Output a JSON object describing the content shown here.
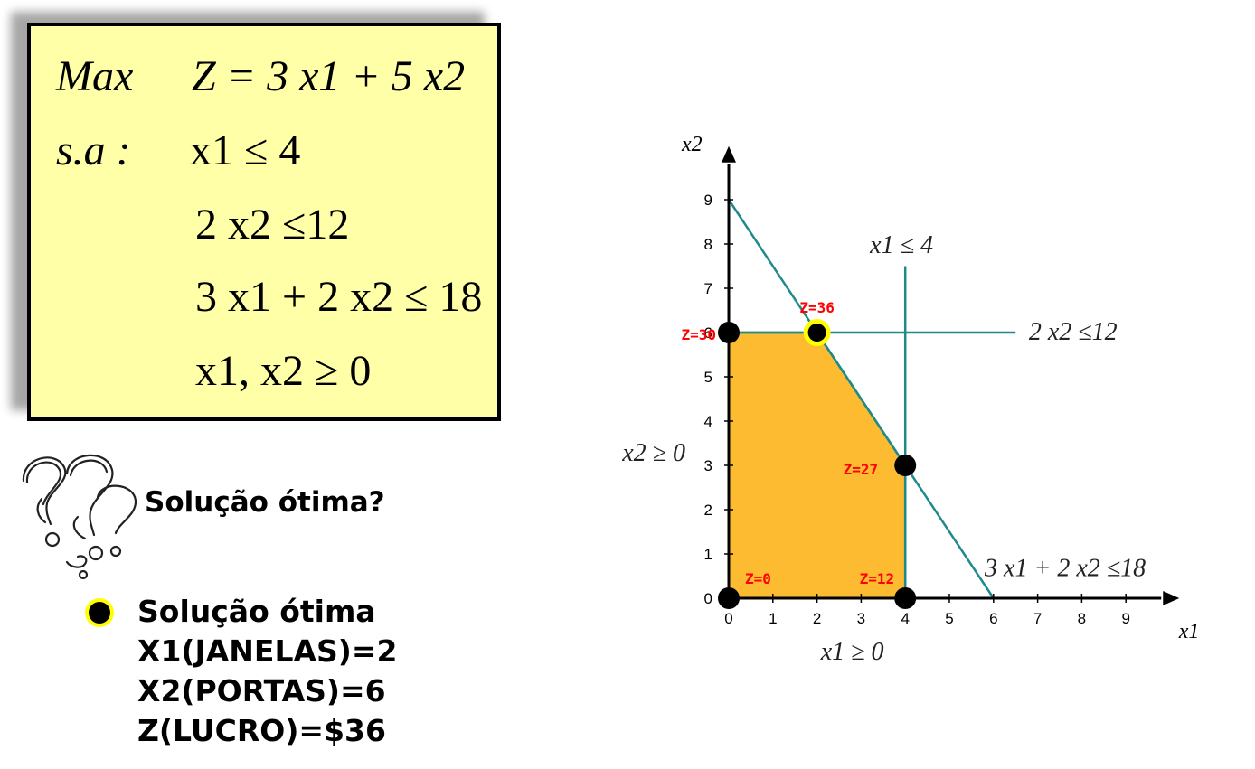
{
  "model": {
    "max_label": "Max",
    "objective": "Z = 3 x1 + 5 x2",
    "st_label": "s.a :",
    "constraints": [
      "x1 ≤ 4",
      "2 x2 ≤12",
      "3 x1 + 2 x2 ≤ 18",
      "x1, x2 ≥ 0"
    ]
  },
  "question": {
    "text": "Solução ótima?",
    "icon": "question-marks-icon"
  },
  "solution": {
    "title": "Solução ótima",
    "x1": "X1(JANELAS)=2",
    "x2": "X2(PORTAS)=6",
    "z": "Z(LUCRO)=$36"
  },
  "chart_data": {
    "type": "line",
    "xlabel": "x1",
    "ylabel": "x2",
    "xlim": [
      0,
      10
    ],
    "ylim": [
      0,
      10
    ],
    "x_ticks": [
      0,
      1,
      2,
      3,
      4,
      5,
      6,
      7,
      8,
      9
    ],
    "y_ticks": [
      0,
      1,
      2,
      3,
      4,
      5,
      6,
      7,
      8,
      9
    ],
    "feasible_region": [
      [
        0,
        0
      ],
      [
        0,
        6
      ],
      [
        2,
        6
      ],
      [
        4,
        3
      ],
      [
        4,
        0
      ]
    ],
    "constraint_lines": [
      {
        "label": "x1 ≤ 4",
        "points": [
          [
            4,
            0
          ],
          [
            4,
            7.5
          ]
        ]
      },
      {
        "label": "2 x2 ≤12",
        "points": [
          [
            0,
            6
          ],
          [
            6.5,
            6
          ]
        ]
      },
      {
        "label": "3 x1 + 2 x2 ≤18",
        "points": [
          [
            0,
            9
          ],
          [
            6,
            0
          ]
        ]
      },
      {
        "label": "x2 ≥ 0",
        "points": [
          [
            0,
            0
          ],
          [
            0,
            9
          ]
        ]
      },
      {
        "label": "x1 ≥ 0",
        "points": [
          [
            0,
            0
          ],
          [
            9.5,
            0
          ]
        ]
      }
    ],
    "vertices": [
      {
        "x": 0,
        "y": 0,
        "label": "Z=0",
        "optimal": false
      },
      {
        "x": 0,
        "y": 6,
        "label": "Z=30",
        "optimal": false
      },
      {
        "x": 2,
        "y": 6,
        "label": "Z=36",
        "optimal": true
      },
      {
        "x": 4,
        "y": 3,
        "label": "Z=27",
        "optimal": false
      },
      {
        "x": 4,
        "y": 0,
        "label": "Z=12",
        "optimal": false
      }
    ],
    "colors": {
      "region": "#fcbb30",
      "lines": "#1f8a8a",
      "point": "#000000",
      "optimal_ring": "#ffff00",
      "z_labels": "#ff0000"
    }
  }
}
